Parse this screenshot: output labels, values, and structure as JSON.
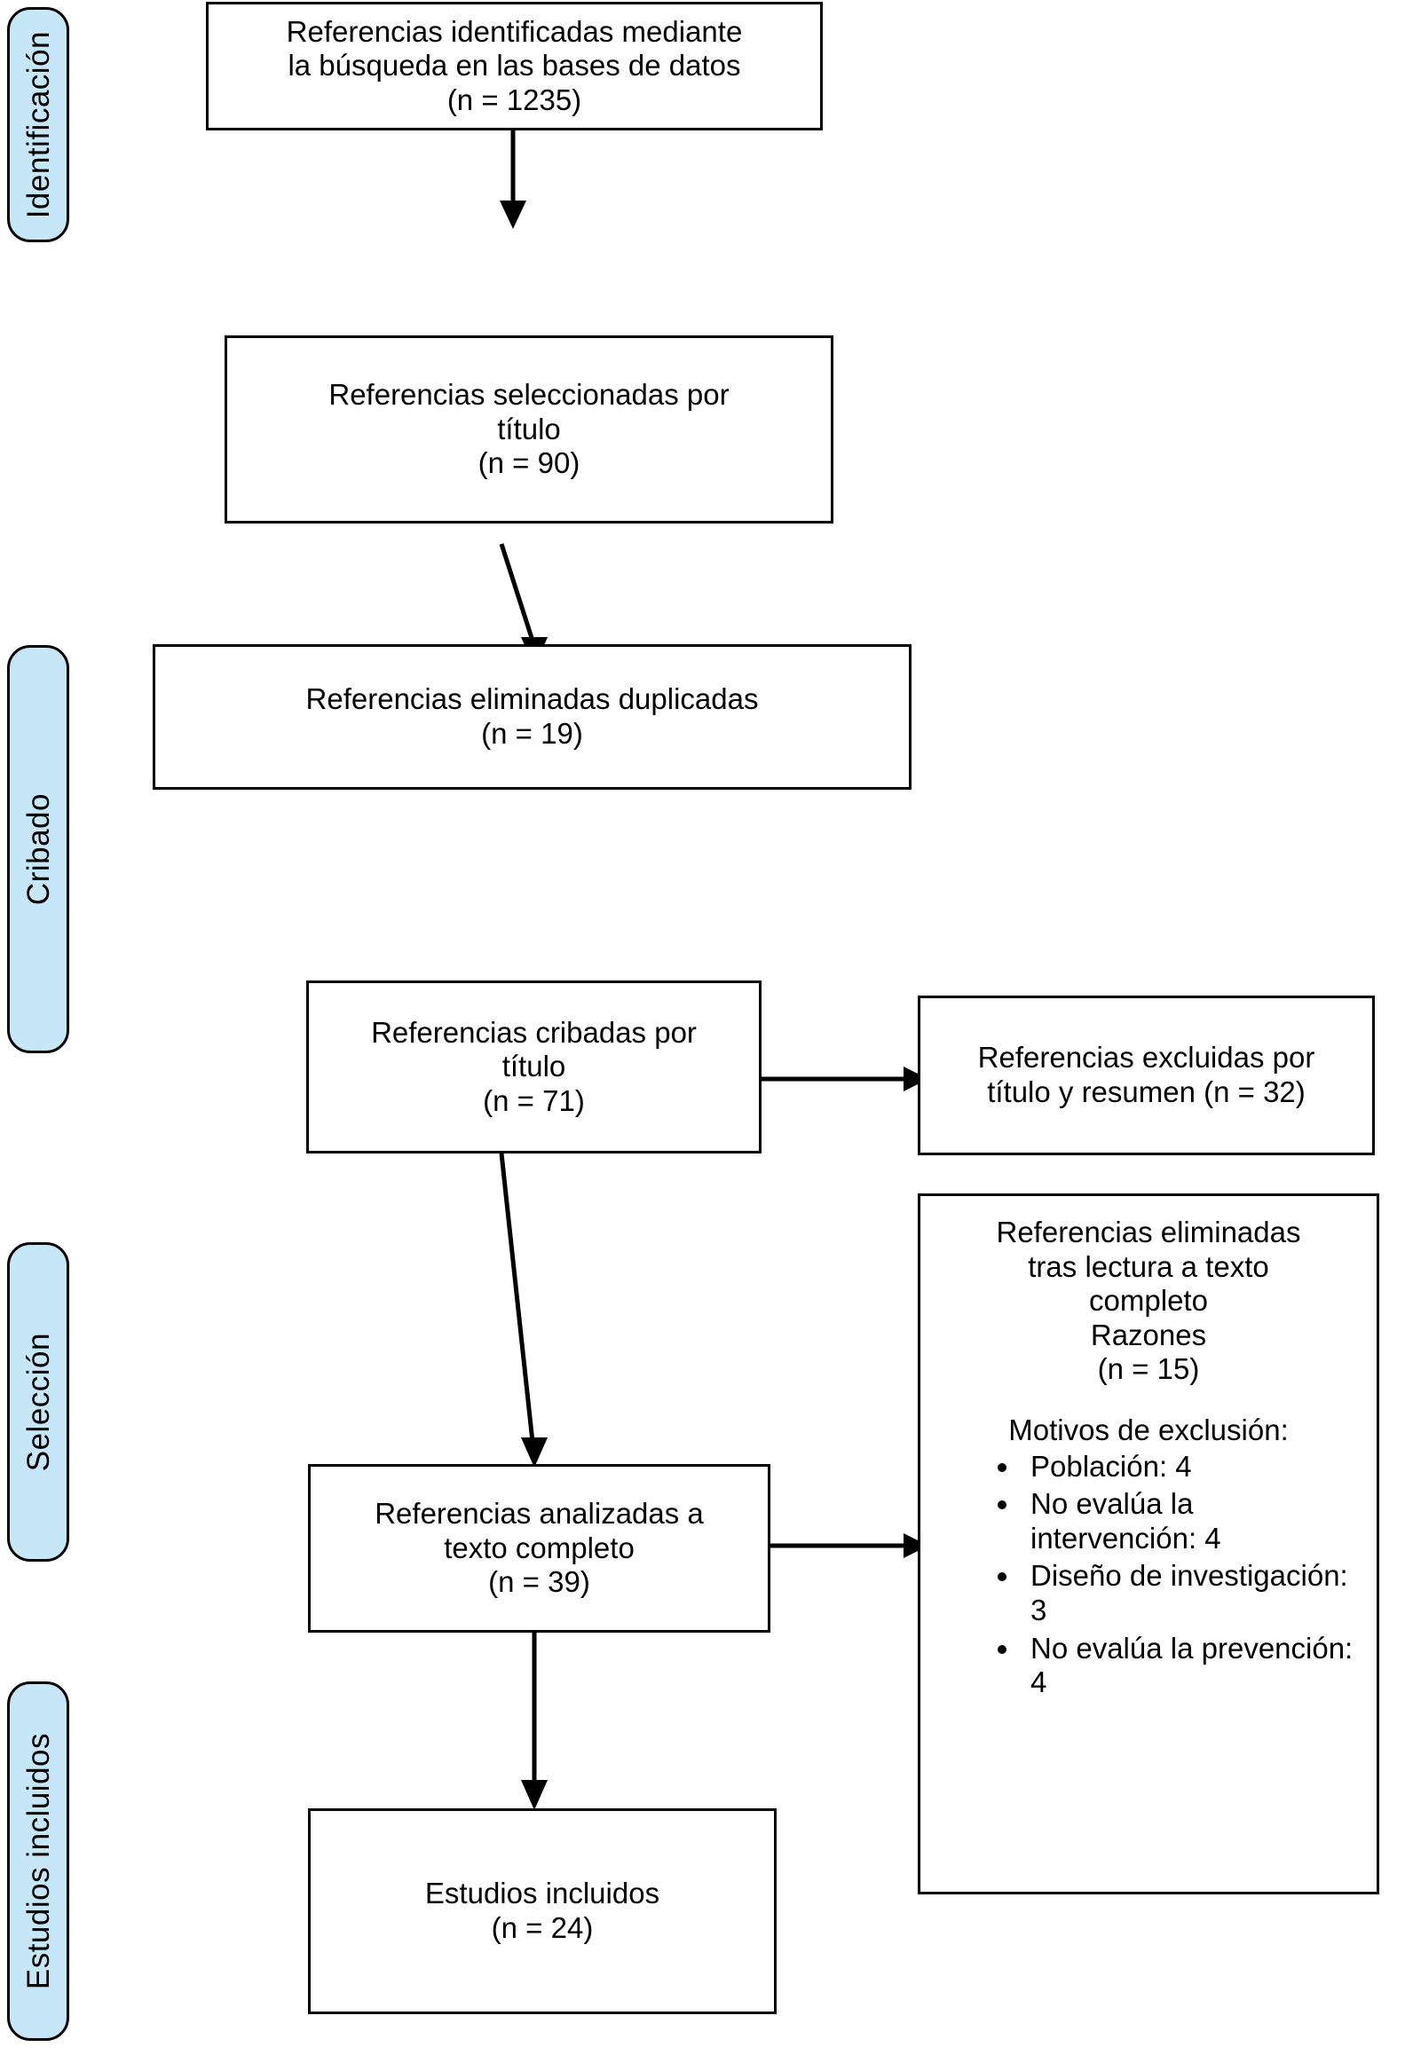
{
  "diagram": {
    "title": "PRISMA flow diagram",
    "accent_color": "#c5e7f7",
    "line_color": "#000000",
    "box_fill": "#ffffff"
  },
  "stages": [
    {
      "id": "identificacion",
      "label": "Identificación"
    },
    {
      "id": "cribado",
      "label": "Cribado"
    },
    {
      "id": "seleccion",
      "label": "Selección"
    },
    {
      "id": "incluidos",
      "label": "Estudios incluidos"
    }
  ],
  "boxes": {
    "identified": {
      "line1": "Referencias identificadas mediante",
      "line2": "la búsqueda en las bases de datos",
      "count": "(n = 1235)"
    },
    "selected_by_title": {
      "line1": "Referencias seleccionadas por",
      "line2": "título",
      "count": "(n = 90)"
    },
    "duplicates_removed": {
      "line1": "Referencias eliminadas duplicadas",
      "count": "(n = 19)"
    },
    "screened_by_title": {
      "line1": "Referencias cribadas por",
      "line2": "título",
      "count": "(n = 71)"
    },
    "excluded_title_abstract": {
      "line1": "Referencias excluidas por",
      "line2": "título y resumen (n = 32)"
    },
    "fulltext_assessed": {
      "line1": "Referencias analizadas a",
      "line2": "texto completo",
      "count": "(n = 39)"
    },
    "included": {
      "line1": "Estudios incluidos",
      "count": "(n = 24)"
    },
    "fulltext_excluded": {
      "line1": "Referencias eliminadas",
      "line2": "tras lectura a texto",
      "line3": "completo",
      "line4": "Razones",
      "count": "(n = 15)",
      "reasons_title": "Motivos de exclusión:",
      "reasons": [
        "Población: 4",
        "No evalúa la intervención: 4",
        "Diseño de investigación: 3",
        "No evalúa la prevención: 4"
      ]
    }
  }
}
